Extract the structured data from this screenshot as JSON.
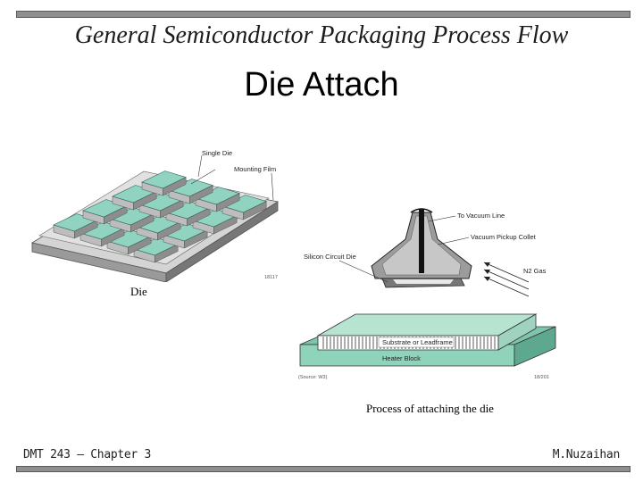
{
  "header": {
    "title": "General Semiconductor Packaging Process Flow"
  },
  "slide": {
    "title": "Die Attach"
  },
  "die_figure": {
    "labels": {
      "single_die": "Single Die",
      "mounting_film": "Mounting Film"
    },
    "code": "18117",
    "caption": "Die"
  },
  "attach_figure": {
    "labels": {
      "vacuum_line": "To Vacuum Line",
      "pickup_collet": "Vacuum Pickup Collet",
      "circuit_die": "Silicon Circuit Die",
      "n2_gas": "N2 Gas",
      "substrate": "Substrate or Leadframe",
      "heater": "Heater Block"
    },
    "source_note": "(Source: W3)",
    "code": "18/201",
    "caption": "Process of attaching the die"
  },
  "footer": {
    "left": "DMT 243 – Chapter 3",
    "right": "M.Nuzaihan"
  },
  "colors": {
    "die_top": "#8fd3c0",
    "die_side": "#5f9f8e",
    "film": "#c9c9c9",
    "substrate": "#a9dcc8"
  }
}
